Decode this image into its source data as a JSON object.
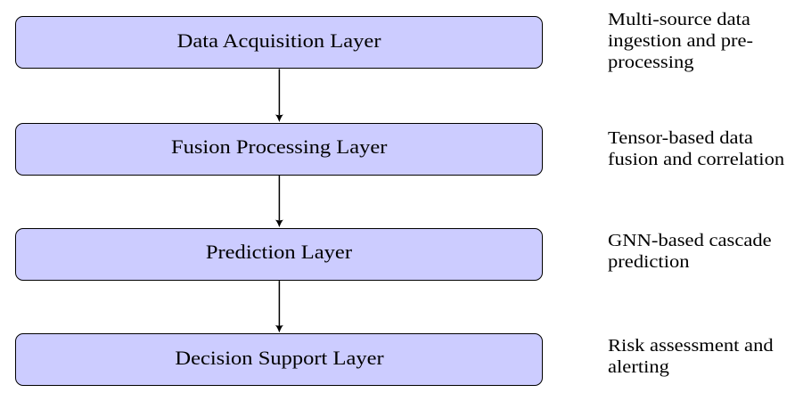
{
  "diagram": {
    "title": "Layered system architecture diagram",
    "colors": {
      "page_bg": "#ffffff",
      "box_fill": "#ccccff",
      "box_border": "#000000",
      "arrow_color": "#000000",
      "text_color": "#000000"
    },
    "layers": [
      {
        "label": "Data Acquisition Layer",
        "annotation": "Multi-source data ingestion and pre-processing",
        "annotation_lines": [
          "Multi-source data",
          "ingestion and pre-",
          "processing"
        ]
      },
      {
        "label": "Fusion Processing Layer",
        "annotation": "Tensor-based data fusion and correlation",
        "annotation_lines": [
          "Tensor-based data",
          "fusion and correlation"
        ]
      },
      {
        "label": "Prediction Layer",
        "annotation": "GNN-based cascade prediction",
        "annotation_lines": [
          "GNN-based cascade",
          "prediction"
        ]
      },
      {
        "label": "Decision Support Layer",
        "annotation": "Risk assessment and alerting",
        "annotation_lines": [
          "Risk assessment and",
          "alerting"
        ]
      }
    ]
  }
}
